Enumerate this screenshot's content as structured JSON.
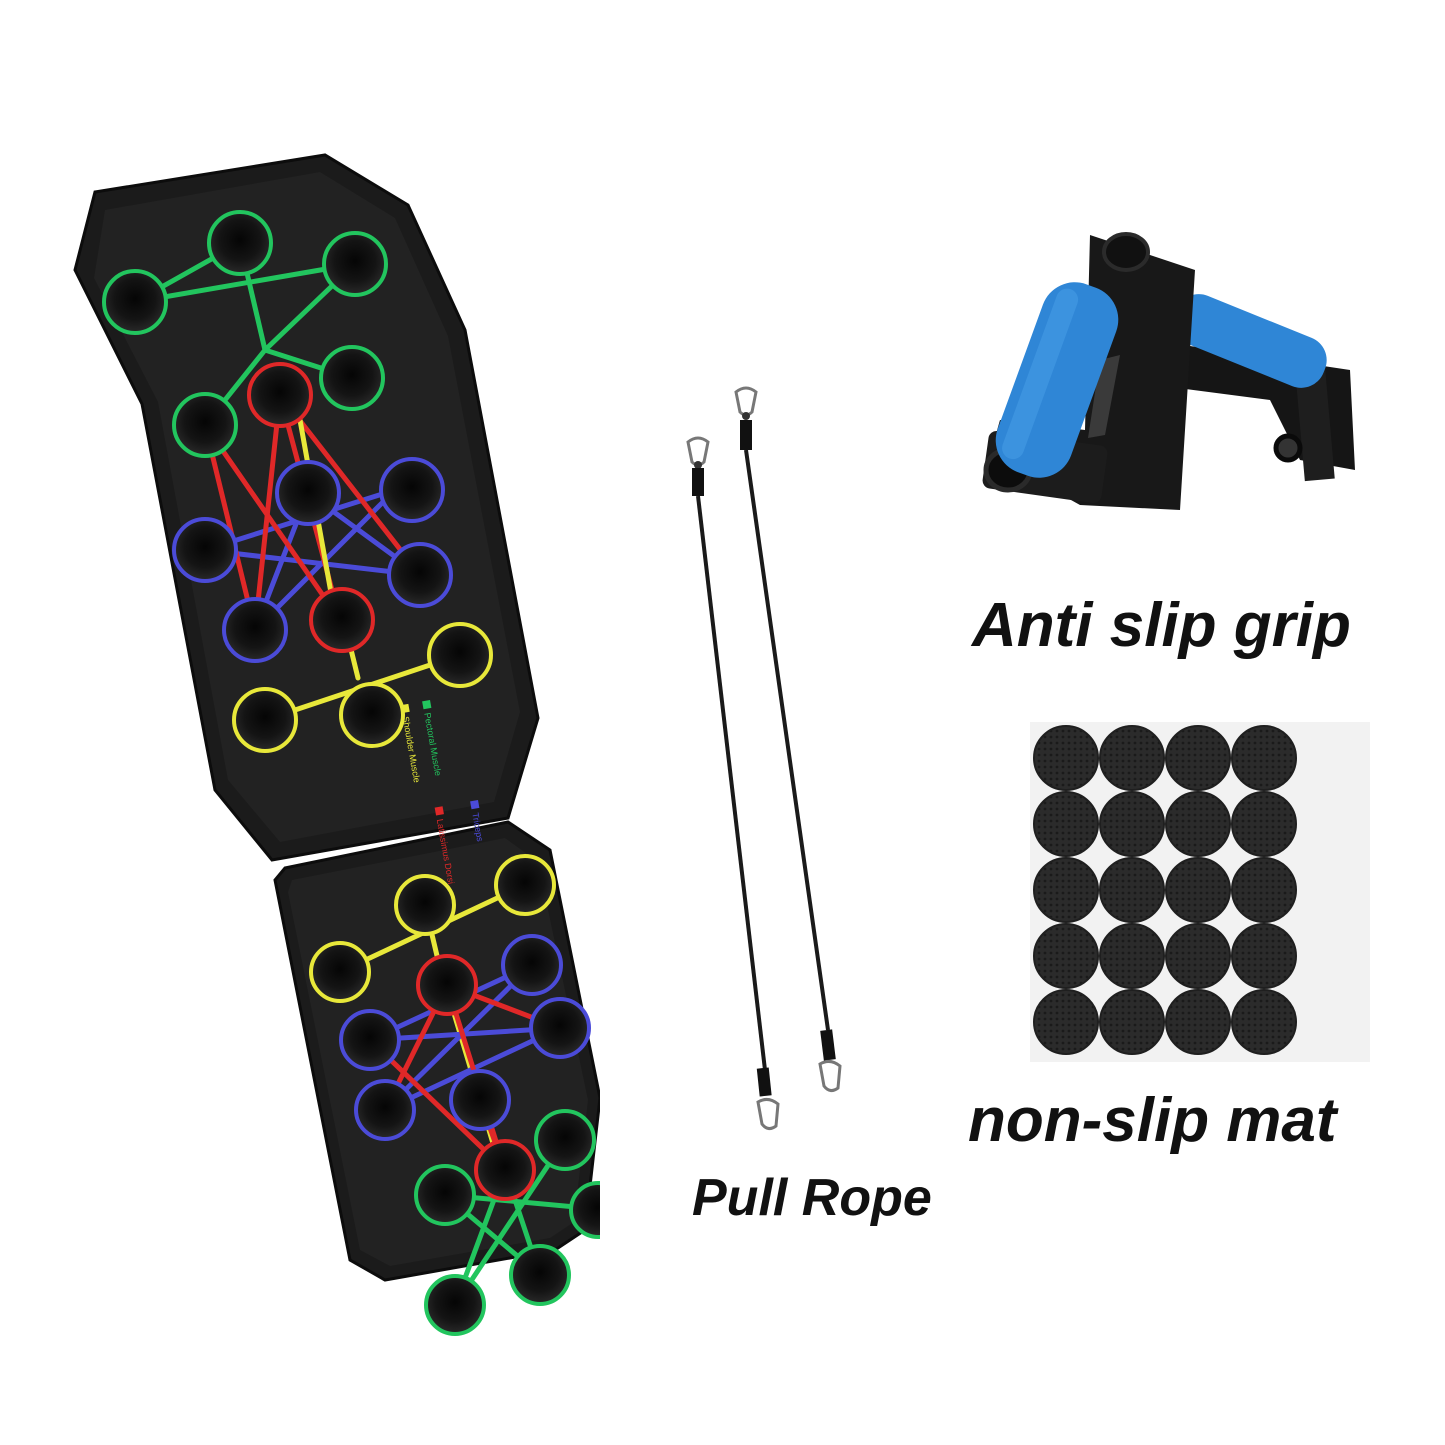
{
  "captions": {
    "grip": "Anti slip grip",
    "mat": "non-slip mat",
    "rope": "Pull Rope"
  },
  "board": {
    "legend_top": [
      {
        "label": "Pectoral Muscle",
        "color": "#22c55e"
      },
      {
        "label": "Shoulder Muscle",
        "color": "#e8e83a"
      }
    ],
    "legend_bottom": [
      {
        "label": "Triceps",
        "color": "#4b4bd8"
      },
      {
        "label": "Latissimus Dorsi",
        "color": "#e02828"
      }
    ]
  },
  "colors": {
    "green": "#22c55e",
    "red": "#e02828",
    "blue": "#4b4bd8",
    "yellow": "#e8e83a",
    "board": "#1b1b1b",
    "grip_foam": "#2f86d6"
  },
  "mat_pads": {
    "rows": 5,
    "cols": 4
  }
}
